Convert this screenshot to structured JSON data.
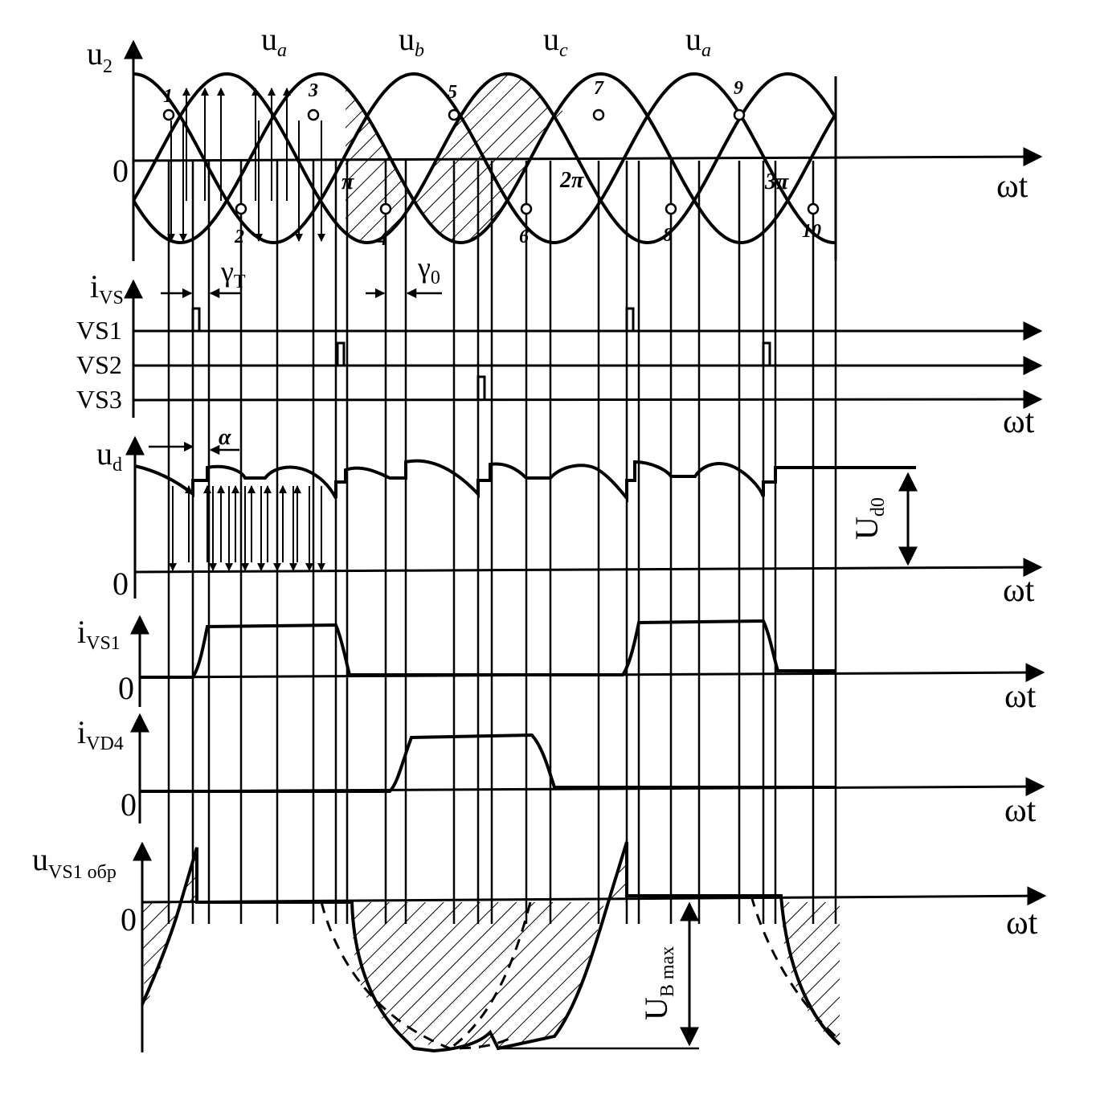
{
  "labels": {
    "u2": "u",
    "u2_sub": "2",
    "ua1": "u",
    "ua1_sub": "a",
    "ub": "u",
    "ub_sub": "b",
    "uc": "u",
    "uc_sub": "c",
    "ua2": "u",
    "ua2_sub": "a",
    "zero_top": "0",
    "wt1": "ωt",
    "pi": "π",
    "two_pi": "2π",
    "three_pi": "3π",
    "gamma_t": "γ",
    "gamma_t_sub": "T",
    "gamma_0": "γ",
    "gamma_0_sub": "0",
    "ivs": "i",
    "ivs_sub": "VS",
    "vs1": "VS1",
    "vs2": "VS2",
    "vs3": "VS3",
    "wt2": "ωt",
    "ud": "u",
    "ud_sub": "d",
    "alpha": "α",
    "ud0": "U",
    "ud0_sub": "d0",
    "zero_ud": "0",
    "wt3": "ωt",
    "ivs1": "i",
    "ivs1_sub": "VS1",
    "zero_ivs1": "0",
    "wt4": "ωt",
    "ivd4": "i",
    "ivd4_sub": "VD4",
    "zero_ivd4": "0",
    "wt5": "ωt",
    "uvs": "u",
    "uvs_sub": "VS1 обр",
    "zero_uvs": "0",
    "wt6": "ωt",
    "ubmax": "U",
    "ubmax_sub": "B max"
  },
  "points": [
    "1",
    "2",
    "3",
    "4",
    "5",
    "6",
    "7",
    "8",
    "9",
    "10"
  ]
}
